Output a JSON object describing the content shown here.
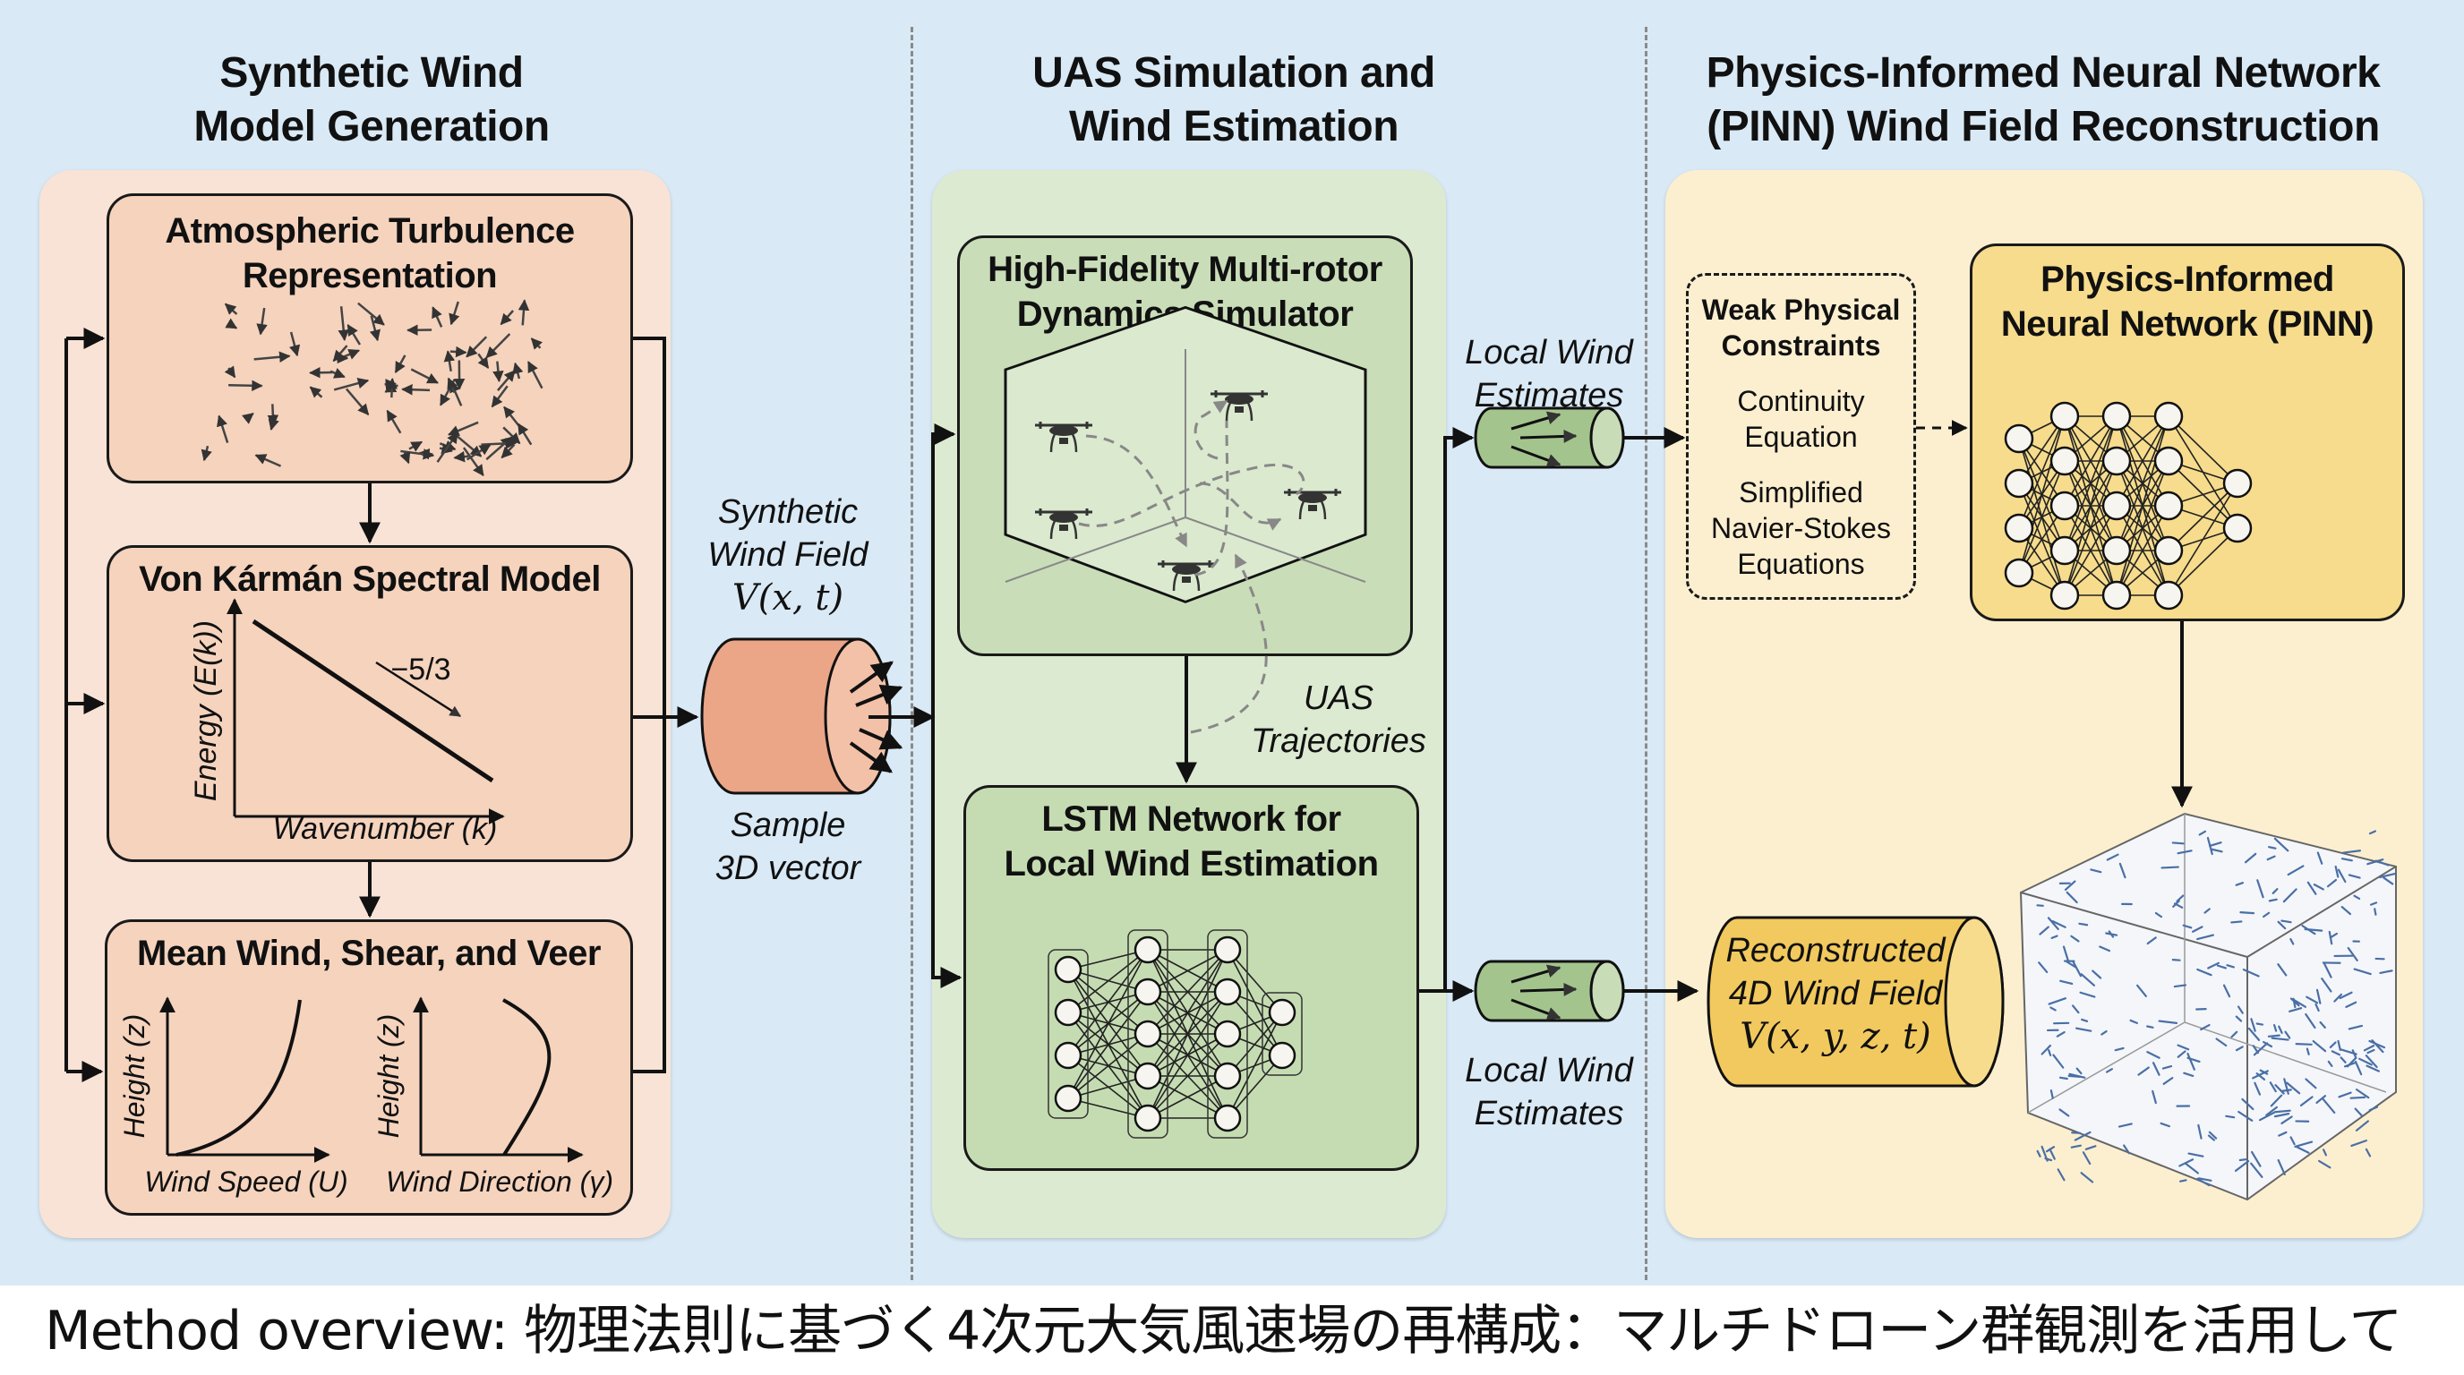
{
  "colors": {
    "background": "#d9e9f5",
    "left_panel": "#f9e3d6",
    "left_box": "#f5d3bd",
    "middle_panel": "#dcead2",
    "middle_box": "#c5dcb2",
    "right_panel": "#fcefd0",
    "pinn_box": "#f6dc8c",
    "cylinder_orange": "#eba587",
    "cylinder_green": "#a4c48e",
    "cylinder_yellow": "#f1c95e",
    "vector_blue": "#4a6fa5"
  },
  "columns": [
    {
      "id": "synthetic",
      "title_line1": "Synthetic Wind",
      "title_line2": "Model Generation"
    },
    {
      "id": "uas",
      "title_line1": "UAS Simulation and",
      "title_line2": "Wind Estimation"
    },
    {
      "id": "pinn",
      "title_line1": "Physics-Informed Neural Network",
      "title_line2": "(PINN) Wind Field Reconstruction"
    }
  ],
  "left": {
    "turbulence": {
      "title_line1": "Atmospheric Turbulence",
      "title_line2": "Representation"
    },
    "von_karman": {
      "title": "Von Kármán Spectral Model",
      "ylabel": "Energy (E(k))",
      "xlabel": "Wavenumber (k)",
      "slope_label": "−5/3"
    },
    "mean_wind": {
      "title": "Mean Wind, Shear, and Veer",
      "plot1_ylabel": "Height (z)",
      "plot1_xlabel": "Wind Speed (U)",
      "plot2_ylabel": "Height (z)",
      "plot2_xlabel": "Wind Direction (γ)"
    }
  },
  "synthetic_field": {
    "label_line1": "Synthetic",
    "label_line2": "Wind Field",
    "formula": "V(x, t)",
    "sample_line1": "Sample",
    "sample_line2": "3D vector"
  },
  "middle": {
    "simulator": {
      "title_line1": "High-Fidelity Multi-rotor",
      "title_line2": "Dynamics Simulator"
    },
    "trajectories_line1": "UAS",
    "trajectories_line2": "Trajectories",
    "lstm": {
      "title_line1": "LSTM Network for",
      "title_line2": "Local Wind Estimation"
    }
  },
  "local_estimates": {
    "top_line1": "Local Wind",
    "top_line2": "Estimates",
    "bottom_line1": "Local Wind",
    "bottom_line2": "Estimates"
  },
  "right": {
    "constraints": {
      "title_line1": "Weak Physical",
      "title_line2": "Constraints",
      "item1_line1": "Continuity",
      "item1_line2": "Equation",
      "item2_line1": "Simplified",
      "item2_line2": "Navier-Stokes",
      "item2_line3": "Equations"
    },
    "pinn": {
      "title_line1": "Physics-Informed",
      "title_line2": "Neural Network (PINN)"
    },
    "reconstructed": {
      "line1": "Reconstructed",
      "line2": "4D Wind Field",
      "formula": "V(x, y, z, t)"
    }
  },
  "caption": "Method overview: 物理法則に基づく4次元大気風速場の再構成：マルチドローン群観測を活用して"
}
